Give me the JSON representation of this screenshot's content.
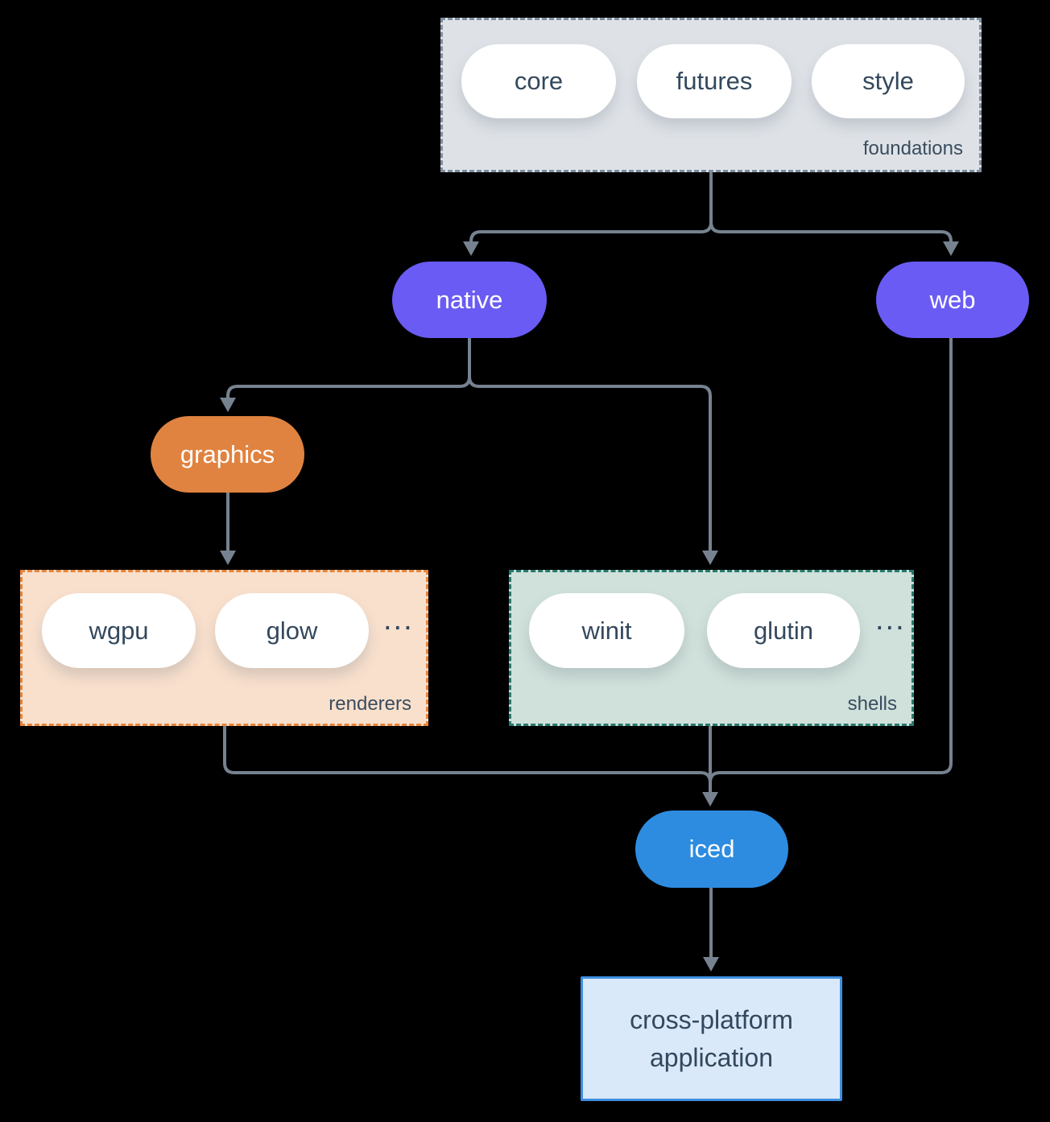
{
  "diagram": {
    "title_semantic": "iced crate ecosystem flowchart",
    "colors": {
      "background": "#000000",
      "arrow": "#76828F",
      "dark_text": "#33485D",
      "purple_node": "#6A5BF4",
      "orange_node": "#E08340",
      "blue_node": "#2D8CE0",
      "foundations_fill": "#DEE2E7",
      "foundations_border": "#7F8FA0",
      "renderers_fill": "#F9E0CD",
      "renderers_border": "#E6853B",
      "shells_fill": "#D0E1DB",
      "shells_border": "#27796C",
      "app_fill": "#D9E9F9",
      "app_border": "#3E8EDE"
    },
    "groups": {
      "foundations": {
        "label": "foundations",
        "items": [
          "core",
          "futures",
          "style"
        ]
      },
      "renderers": {
        "label": "renderers",
        "items": [
          "wgpu",
          "glow"
        ],
        "ellipsis": "..."
      },
      "shells": {
        "label": "shells",
        "items": [
          "winit",
          "glutin"
        ],
        "ellipsis": "..."
      }
    },
    "nodes": {
      "native": {
        "label": "native"
      },
      "web": {
        "label": "web"
      },
      "graphics": {
        "label": "graphics"
      },
      "iced": {
        "label": "iced"
      },
      "application": {
        "line1": "cross-platform",
        "line2": "application"
      }
    }
  }
}
